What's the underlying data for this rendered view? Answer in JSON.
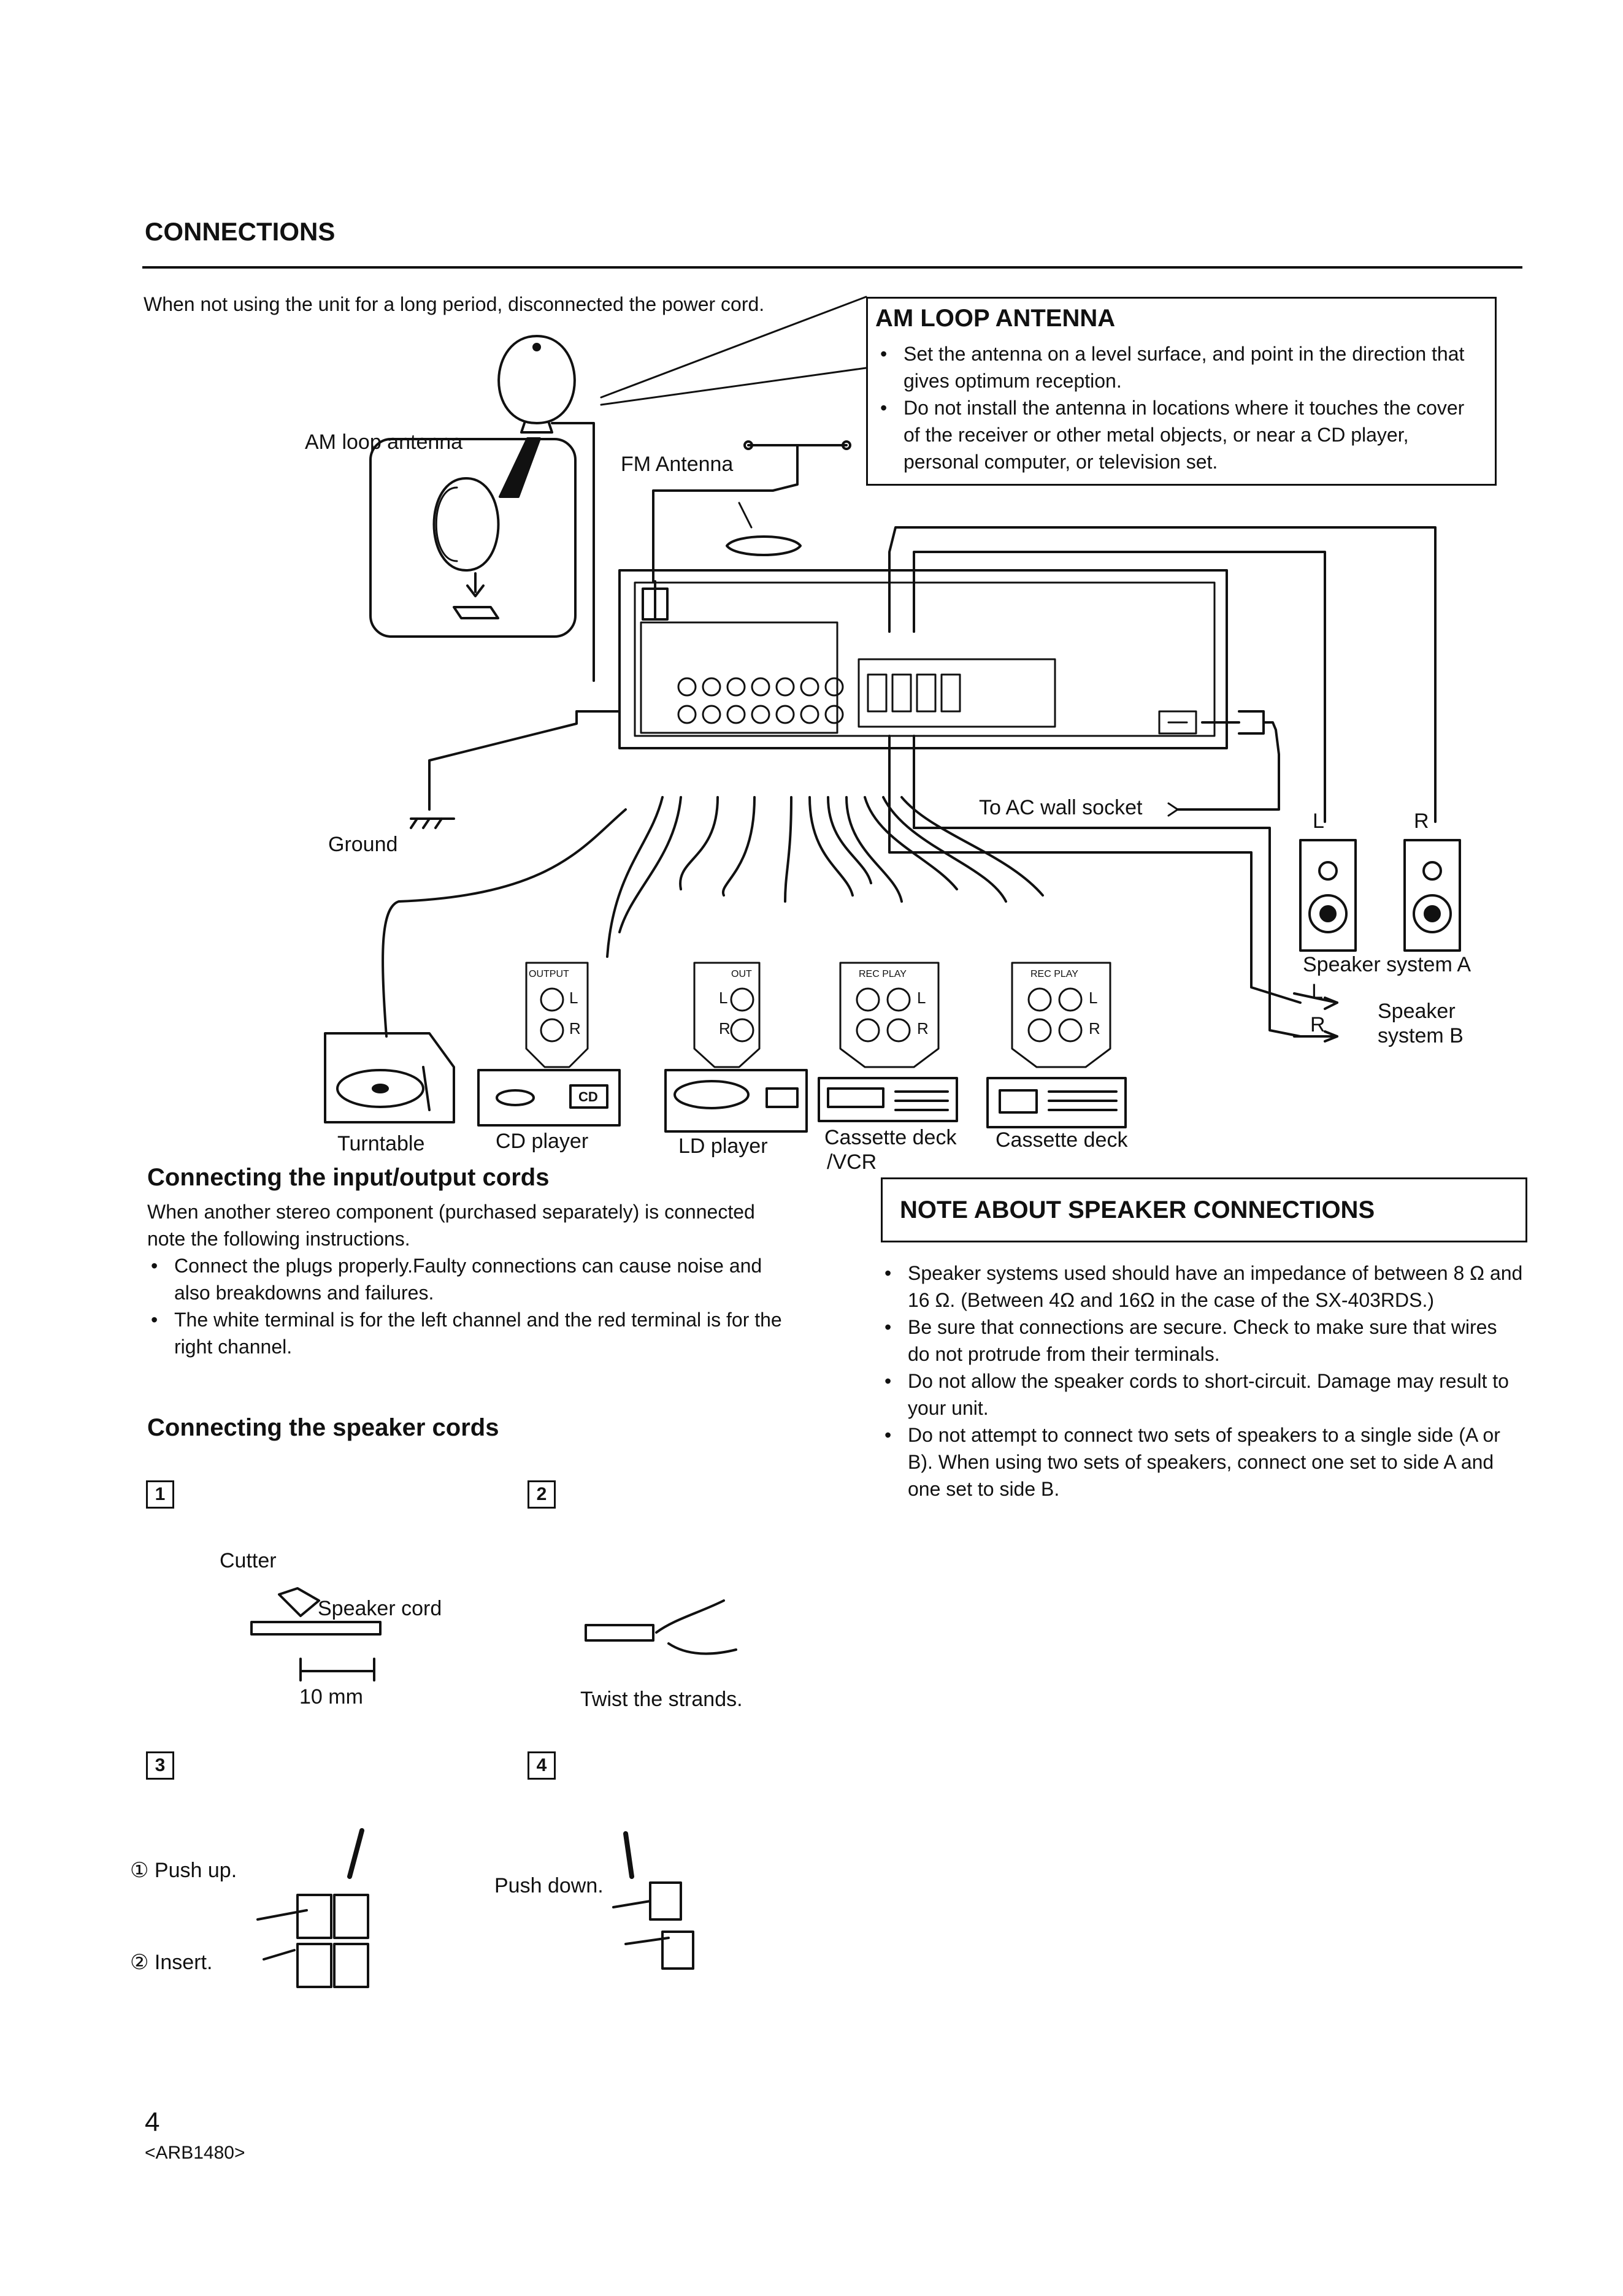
{
  "header": {
    "title": "CONNECTIONS"
  },
  "intro_text": "When not using the unit for a long period, disconnected the power cord.",
  "am_loop_box": {
    "title": "AM LOOP ANTENNA",
    "bullets": [
      "Set the antenna on a level surface, and point in the direction that gives optimum reception.",
      "Do not install the antenna in locations where it touches the cover of the receiver or other metal objects, or near a CD player, personal computer, or television set."
    ]
  },
  "diagram_labels": {
    "am_loop_antenna": "AM loop antenna",
    "fm_antenna": "FM Antenna",
    "ground": "Ground",
    "to_ac_wall_socket": "To AC wall socket",
    "speaker_l": "L",
    "speaker_r": "R",
    "speaker_system_a": "Speaker system A",
    "speaker_b_l": "L",
    "speaker_b_r": "R",
    "speaker_system_b_line1": "Speaker",
    "speaker_system_b_line2": "system B",
    "turntable": "Turntable",
    "cd_player": "CD player",
    "ld_player": "LD player",
    "cassette_deck_vcr_line1": "Cassette deck",
    "cassette_deck_vcr_line2": "/VCR",
    "cassette_deck": "Cassette deck",
    "jack_output": "OUTPUT",
    "jack_out": "OUT",
    "jack_rec_play_1": "REC PLAY",
    "jack_rec_play_2": "REC PLAY",
    "jack_l": "L",
    "jack_r": "R",
    "cd_badge": "CD"
  },
  "io_section": {
    "title": "Connecting the input/output cords",
    "intro": "When another stereo component (purchased separately) is connected note the following instructions.",
    "bullets": [
      "Connect the plugs properly.Faulty connections can cause noise and also breakdowns and failures.",
      "The white terminal is for the left channel and the red terminal is for the right channel."
    ]
  },
  "speaker_note": {
    "title": "NOTE ABOUT SPEAKER CONNECTIONS",
    "bullets": [
      "Speaker systems used should have an impedance of between 8 Ω and 16 Ω. (Between 4Ω and 16Ω in the case of the SX-403RDS.)",
      "Be sure that connections are secure. Check to make sure that wires do not protrude from their terminals.",
      "Do not allow the speaker cords to short-circuit. Damage may result to your unit.",
      "Do not attempt to connect two sets of speakers to a single side (A or B). When using two sets of speakers, connect one set to side A and one set to side B."
    ]
  },
  "speaker_cords": {
    "title": "Connecting the speaker cords",
    "step1": {
      "num": "1",
      "cutter": "Cutter",
      "speaker_cord": "Speaker cord",
      "dimension": "10 mm"
    },
    "step2": {
      "num": "2",
      "caption": "Twist the strands."
    },
    "step3": {
      "num": "3",
      "push_up": "① Push up.",
      "insert": "② Insert."
    },
    "step4": {
      "num": "4",
      "push_down": "Push down."
    }
  },
  "footer": {
    "page_number": "4",
    "code": "<ARB1480>"
  }
}
